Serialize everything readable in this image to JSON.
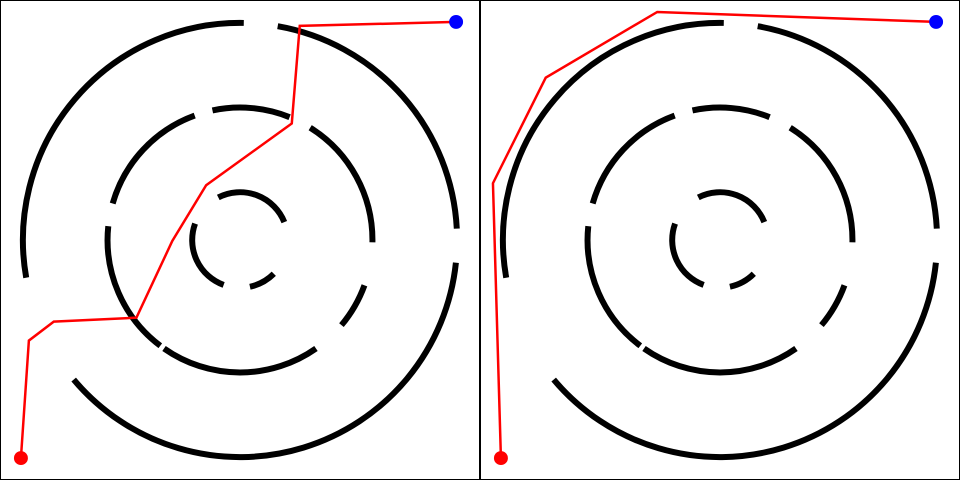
{
  "colors": {
    "wall": "#000000",
    "path": "#ff0000",
    "start": "#ff0000",
    "goal": "#0000ff",
    "background": "#ffffff"
  },
  "panels": [
    {
      "name": "maze-panel-left",
      "route": "through-rings"
    },
    {
      "name": "maze-panel-right",
      "route": "around-outside"
    }
  ]
}
